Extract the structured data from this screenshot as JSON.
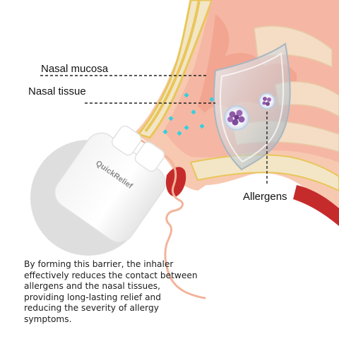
{
  "labels": {
    "nasal_mucosa": "Nasal mucosa",
    "nasal_tissue": "Nasal tissue",
    "allergens": "Allergens"
  },
  "device": {
    "brand": "QuickRelief"
  },
  "caption": "By forming this barrier, the inhaler effectively reduces the contact between allergens and the nasal tissues, providing long-lasting relief and reducing the severity of allergy symptoms.",
  "colors": {
    "skin": "#f7c9b0",
    "bone": "#f2e6c6",
    "mucosa": "#f2a38f",
    "outline_yellow": "#e9c65a",
    "shield": "#b8c3cc",
    "allergen": "#8e5aa8",
    "mist": "#34cfe0",
    "device_circle": "#dedede"
  }
}
